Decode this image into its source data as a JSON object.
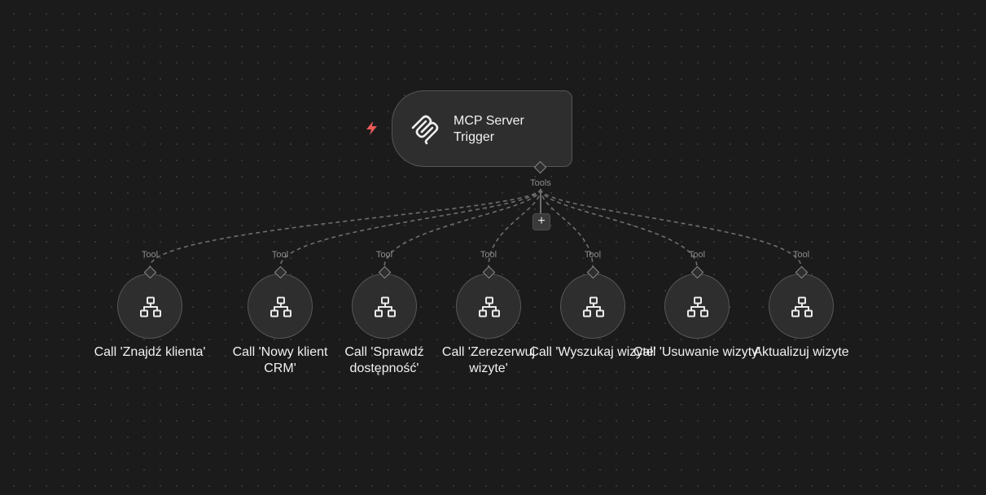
{
  "trigger": {
    "title": "MCP Server Trigger",
    "output_label": "Tools",
    "add_label": "+",
    "icon": "mcp-icon",
    "status_icon": "bolt-icon"
  },
  "tools": [
    {
      "label": "Call 'Znajdź klienta'",
      "handle_label": "Tool",
      "icon": "workflow-icon"
    },
    {
      "label": "Call 'Nowy klient CRM'",
      "handle_label": "Tool",
      "icon": "workflow-icon"
    },
    {
      "label": "Call 'Sprawdź dostępność'",
      "handle_label": "Tool",
      "icon": "workflow-icon"
    },
    {
      "label": "Call 'Zerezerwuj wizyte'",
      "handle_label": "Tool",
      "icon": "workflow-icon"
    },
    {
      "label": "Call 'Wyszukaj wizyte'",
      "handle_label": "Tool",
      "icon": "workflow-icon"
    },
    {
      "label": "Call 'Usuwanie wizyty'",
      "handle_label": "Tool",
      "icon": "workflow-icon"
    },
    {
      "label": "Aktualizuj wizyte",
      "handle_label": "Tool",
      "icon": "workflow-icon"
    }
  ],
  "colors": {
    "canvas": "#1b1b1b",
    "node_fill": "#2e2e2e",
    "node_border": "#565656",
    "edge": "#6e6e6e",
    "trigger_bolt": "#ea5a5a"
  }
}
